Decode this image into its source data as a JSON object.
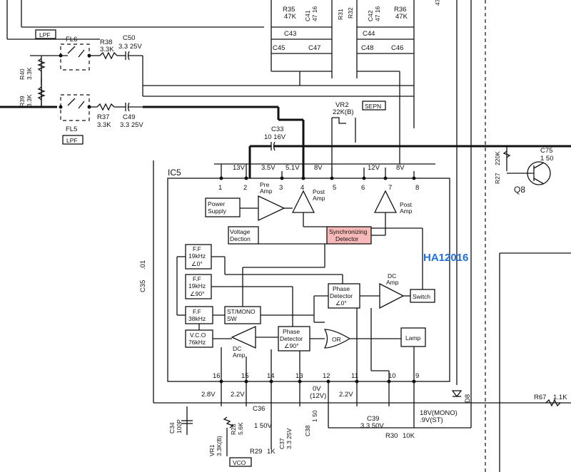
{
  "ic": {
    "name": "IC5",
    "part": "HA12016",
    "pins": [
      "1",
      "2",
      "3",
      "4",
      "5",
      "6",
      "7",
      "8",
      "9",
      "10",
      "11",
      "12",
      "13",
      "14",
      "15",
      "16"
    ],
    "pin_voltages_top": [
      "13V",
      "3.5V",
      "5.1V",
      "8V",
      "12V",
      "8V"
    ],
    "pin_voltages_bottom": [
      "2.8V",
      "2.2V",
      "0V",
      "(12V)",
      "2.2V"
    ],
    "blocks": {
      "power_supply": "Power\nSupply",
      "voltage_detection": "Voltage\nDection",
      "pre_amp": "Pre\nAmp",
      "post_amp_1": "Post\nAmp",
      "post_amp_2": "Post\nAmp",
      "sync_detector": "Synchronizing\nDetector",
      "ff1_l1": "F.F",
      "ff1_l2": "19kHz",
      "ff1_l3": "∠0°",
      "ff2_l1": "F.F",
      "ff2_l2": "19kHz",
      "ff2_l3": "∠90°",
      "ff3_l1": "F.F",
      "ff3_l2": "38kHz",
      "vco_l1": "V.C.O",
      "vco_l2": "76kHz",
      "st_mono_l1": "ST/MONO",
      "st_mono_l2": "SW",
      "phase_det_0_l1": "Phase",
      "phase_det_0_l2": "Detector",
      "phase_det_0_l3": "∠0°",
      "phase_det_90_l1": "Phase",
      "phase_det_90_l2": "Detector",
      "phase_det_90_l3": "∠90°",
      "dc_amp_1_l1": "DC",
      "dc_amp_1_l2": "Amp",
      "dc_amp_2_l1": "DC",
      "dc_amp_2_l2": "Amp",
      "or_gate": "OR",
      "switch": "Switch",
      "lamp": "Lamp"
    }
  },
  "components": {
    "fl6": "FL6",
    "fl5": "FL5",
    "lpf_top": "LPF",
    "lpf_bottom": "LPF",
    "r38": "R38",
    "r38_val": "3.3K",
    "r37": "R37",
    "r37_val": "3.3K",
    "c50": "C50",
    "c50_val": "3.3 25V",
    "c49": "C49",
    "c49_val": "3.3 25V",
    "r40": "R40",
    "r40_val": "3.3K",
    "r39": "R39",
    "r39_val": "3.3K",
    "r35": "R35",
    "r35_val": "47K",
    "c41": "C41",
    "c41_val": "47 16",
    "r31": "R31",
    "c42": "C42",
    "c42_val": "47 16",
    "r32": "R32",
    "r36": "R36",
    "r36_val": "47K",
    "c43": "C43",
    "c44": "C44",
    "c45": "C45",
    "c47": "C47",
    "c48": "C48",
    "c46": "C46",
    "vr2": "VR2",
    "vr2_val": "22K(B)",
    "sepn": "SEPN",
    "c33": "C33",
    "c33_val": "10  16V",
    "c35": "C35",
    "c35_val": ".01",
    "r27": "R27",
    "r27_val": "220K",
    "c75": "C75",
    "c75_val": "1  50",
    "q8": "Q8",
    "c34": "C34",
    "c34_val": "100P",
    "r28": "R28",
    "r28_val": "5.6K",
    "vr1": "VR1",
    "vr1_val": "3.3K(B)",
    "vco_label": "VCO",
    "c36": "C36",
    "c36_val": "1  50V",
    "c37": "C37",
    "c37_val": "3.3 25V",
    "r29": "R29",
    "r29_val": "1K",
    "c38": "C38",
    "c38_val": "1 50",
    "c39": "C39",
    "c39_val": "3.3  50V",
    "r30": "R30",
    "r30_val": "10K",
    "d8": "D8",
    "r67": "R67",
    "r67_val": "1.1K",
    "note_l1": "18V(MONO)",
    "note_l2": ".9V(ST)",
    "top_right_val": "47"
  }
}
